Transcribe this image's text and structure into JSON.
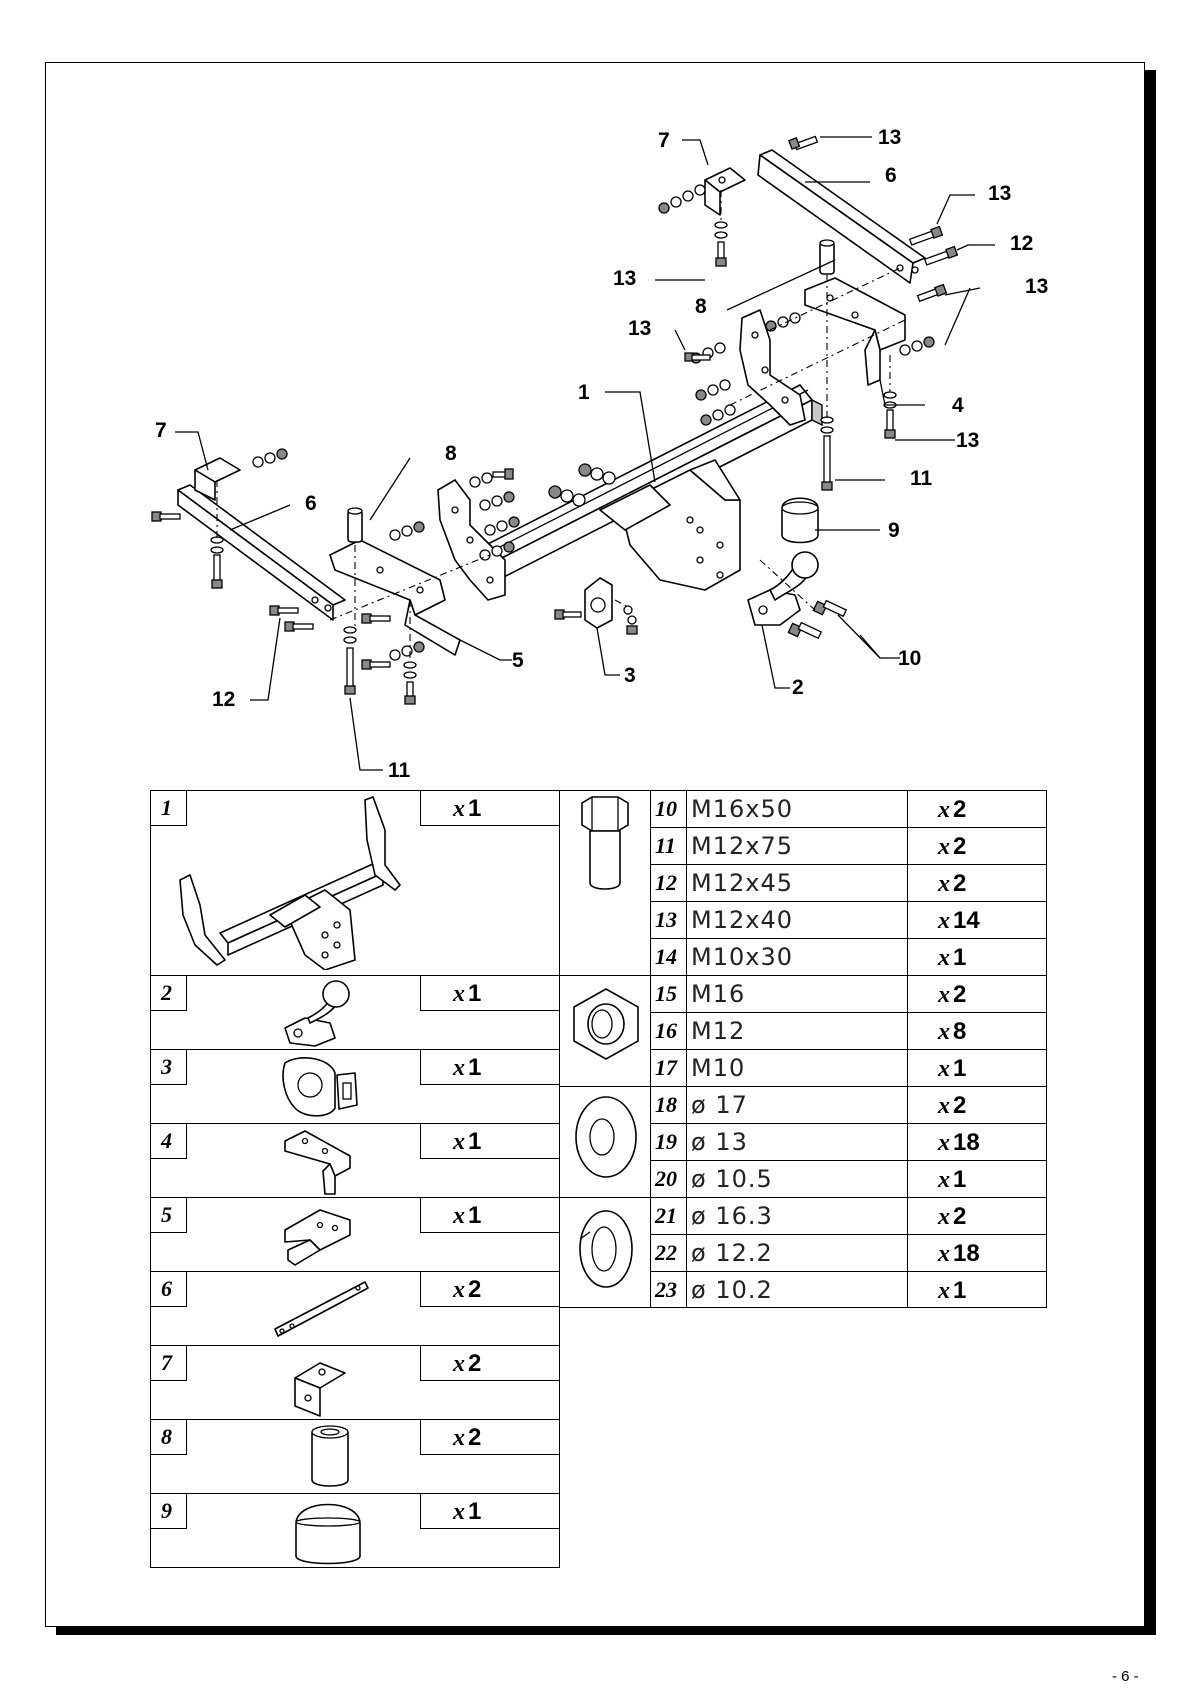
{
  "callouts": [
    {
      "id": "c-7a",
      "text": "7"
    },
    {
      "id": "c-13a",
      "text": "13"
    },
    {
      "id": "c-6a",
      "text": "6"
    },
    {
      "id": "c-13b",
      "text": "13"
    },
    {
      "id": "c-12a",
      "text": "12"
    },
    {
      "id": "c-13c",
      "text": "13"
    },
    {
      "id": "c-8a",
      "text": "8"
    },
    {
      "id": "c-13d",
      "text": "13"
    },
    {
      "id": "c-13e",
      "text": "13"
    },
    {
      "id": "c-1",
      "text": "1"
    },
    {
      "id": "c-4",
      "text": "4"
    },
    {
      "id": "c-13f",
      "text": "13"
    },
    {
      "id": "c-7b",
      "text": "7"
    },
    {
      "id": "c-8b",
      "text": "8"
    },
    {
      "id": "c-6b",
      "text": "6"
    },
    {
      "id": "c-11a",
      "text": "11"
    },
    {
      "id": "c-9",
      "text": "9"
    },
    {
      "id": "c-10",
      "text": "10"
    },
    {
      "id": "c-5",
      "text": "5"
    },
    {
      "id": "c-3",
      "text": "3"
    },
    {
      "id": "c-2",
      "text": "2"
    },
    {
      "id": "c-12b",
      "text": "12"
    },
    {
      "id": "c-11b",
      "text": "11"
    }
  ],
  "parts": [
    {
      "no": "1",
      "multiplier": "x",
      "qty": "1"
    },
    {
      "no": "2",
      "multiplier": "x",
      "qty": "1"
    },
    {
      "no": "3",
      "multiplier": "x",
      "qty": "1"
    },
    {
      "no": "4",
      "multiplier": "x",
      "qty": "1"
    },
    {
      "no": "5",
      "multiplier": "x",
      "qty": "1"
    },
    {
      "no": "6",
      "multiplier": "x",
      "qty": "2"
    },
    {
      "no": "7",
      "multiplier": "x",
      "qty": "2"
    },
    {
      "no": "8",
      "multiplier": "x",
      "qty": "2"
    },
    {
      "no": "9",
      "multiplier": "x",
      "qty": "1"
    }
  ],
  "hardware": [
    {
      "no": "10",
      "spec": "M16x50",
      "multiplier": "x",
      "qty": "2"
    },
    {
      "no": "11",
      "spec": "M12x75",
      "multiplier": "x",
      "qty": "2"
    },
    {
      "no": "12",
      "spec": "M12x45",
      "multiplier": "x",
      "qty": "2"
    },
    {
      "no": "13",
      "spec": "M12x40",
      "multiplier": "x",
      "qty": "14"
    },
    {
      "no": "14",
      "spec": "M10x30",
      "multiplier": "x",
      "qty": "1"
    },
    {
      "no": "15",
      "spec": "M16",
      "multiplier": "x",
      "qty": "2"
    },
    {
      "no": "16",
      "spec": "M12",
      "multiplier": "x",
      "qty": "8"
    },
    {
      "no": "17",
      "spec": "M10",
      "multiplier": "x",
      "qty": "1"
    },
    {
      "no": "18",
      "spec": "ø 17",
      "multiplier": "x",
      "qty": "2"
    },
    {
      "no": "19",
      "spec": "ø 13",
      "multiplier": "x",
      "qty": "18"
    },
    {
      "no": "20",
      "spec": "ø 10.5",
      "multiplier": "x",
      "qty": "1"
    },
    {
      "no": "21",
      "spec": "ø 16.3",
      "multiplier": "x",
      "qty": "2"
    },
    {
      "no": "22",
      "spec": "ø 12.2",
      "multiplier": "x",
      "qty": "18"
    },
    {
      "no": "23",
      "spec": "ø 10.2",
      "multiplier": "x",
      "qty": "1"
    }
  ],
  "page_number": "- 6 -"
}
